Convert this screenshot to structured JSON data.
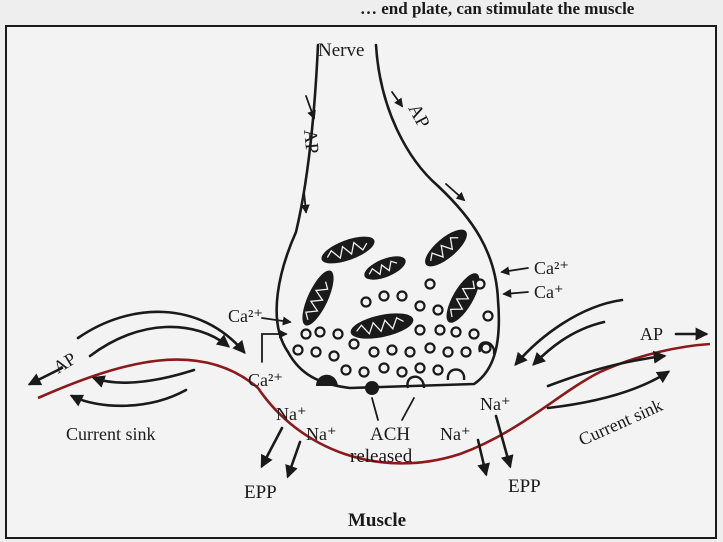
{
  "header_text": "… end plate, can stimulate the muscle",
  "labels": {
    "nerve": "Nerve",
    "ap_left_axon": "AP",
    "ap_right_axon": "AP",
    "ap_left": "AP",
    "ap_right": "AP",
    "ca_left_top": "Ca²⁺",
    "ca_left_bottom": "Ca²⁺",
    "ca_right_top": "Ca²⁺",
    "ca_right_bottom": "Ca⁺",
    "current_sink_left": "Current sink",
    "current_sink_right": "Current sink",
    "na_1": "Na⁺",
    "na_2": "Na⁺",
    "na_3": "Na⁺",
    "na_4": "Na⁺",
    "ach_line1": "ACH",
    "ach_line2": "released",
    "epp_left": "EPP",
    "epp_right": "EPP",
    "muscle": "Muscle"
  },
  "colors": {
    "muscle_membrane": "#8b1a1a",
    "ink": "#1a1a1a",
    "paper": "#f2f2f2"
  }
}
